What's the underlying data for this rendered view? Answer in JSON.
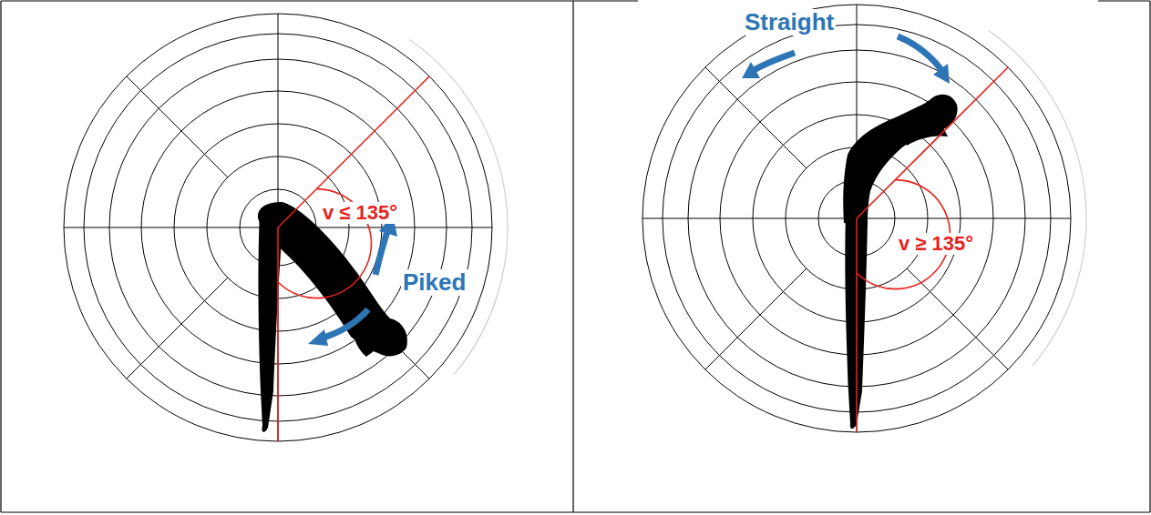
{
  "diagram": {
    "labels": [
      "v ≤ 135°",
      "Piked",
      "Straight",
      "v ≥ 135°"
    ]
  }
}
